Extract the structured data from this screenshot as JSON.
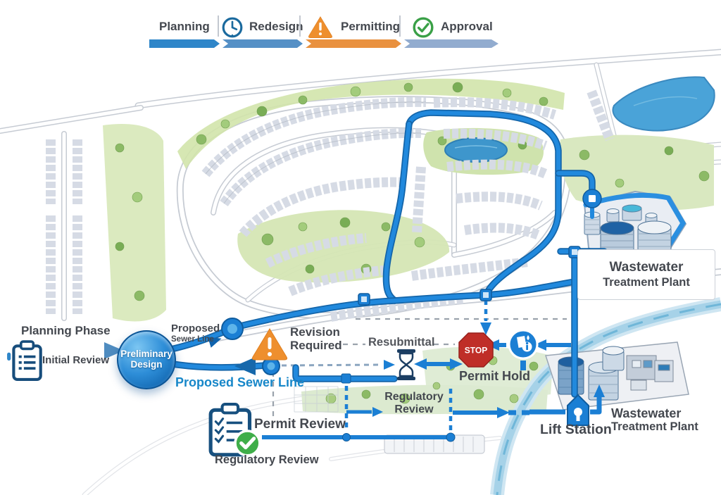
{
  "colors": {
    "pipe_blue": "#1b7fd4",
    "timeline_blue": "#2f86c9",
    "timeline_orange": "#e9913f",
    "timeline_steel": "#92accf",
    "warning_orange": "#ee8f2e",
    "approval_green": "#3aa047",
    "stop_red": "#bf2e28",
    "label_dark": "#44484f",
    "sewer_label_blue": "#1787c9"
  },
  "timeline": {
    "stages": [
      {
        "label": "Planning",
        "icon": "none"
      },
      {
        "label": "Redesign",
        "icon": "clock"
      },
      {
        "label": "Permitting",
        "icon": "warning-triangle"
      },
      {
        "label": "Approval",
        "icon": "check-circle"
      }
    ]
  },
  "flowchart": {
    "planning_phase": "Planning Phase",
    "initial_review": "Initial Review",
    "preliminary_design": "Preliminary\nDesign",
    "proposed_sewer_line_upper": {
      "main": "Proposed",
      "sub": "Sewer Line"
    },
    "proposed_sewer_line_lower": "Proposed Sewer Line",
    "revision_required": "Revision\nRequired",
    "resubmittal": "Resubmittal",
    "stop": "STOP",
    "permit_hold": "Permit Hold",
    "permit_review": "Permit Review",
    "regulatory_review_badge": "Regulatory Review",
    "regulatory_review_path": "Regulatory\nReview"
  },
  "map": {
    "treatment_plant_top": {
      "line1": "Wastewater",
      "line2": "Treatment Plant"
    },
    "treatment_plant_bottom": {
      "line1": "Wastewater",
      "line2": "Treatment Plant"
    },
    "lift_station": "Lift Station"
  }
}
